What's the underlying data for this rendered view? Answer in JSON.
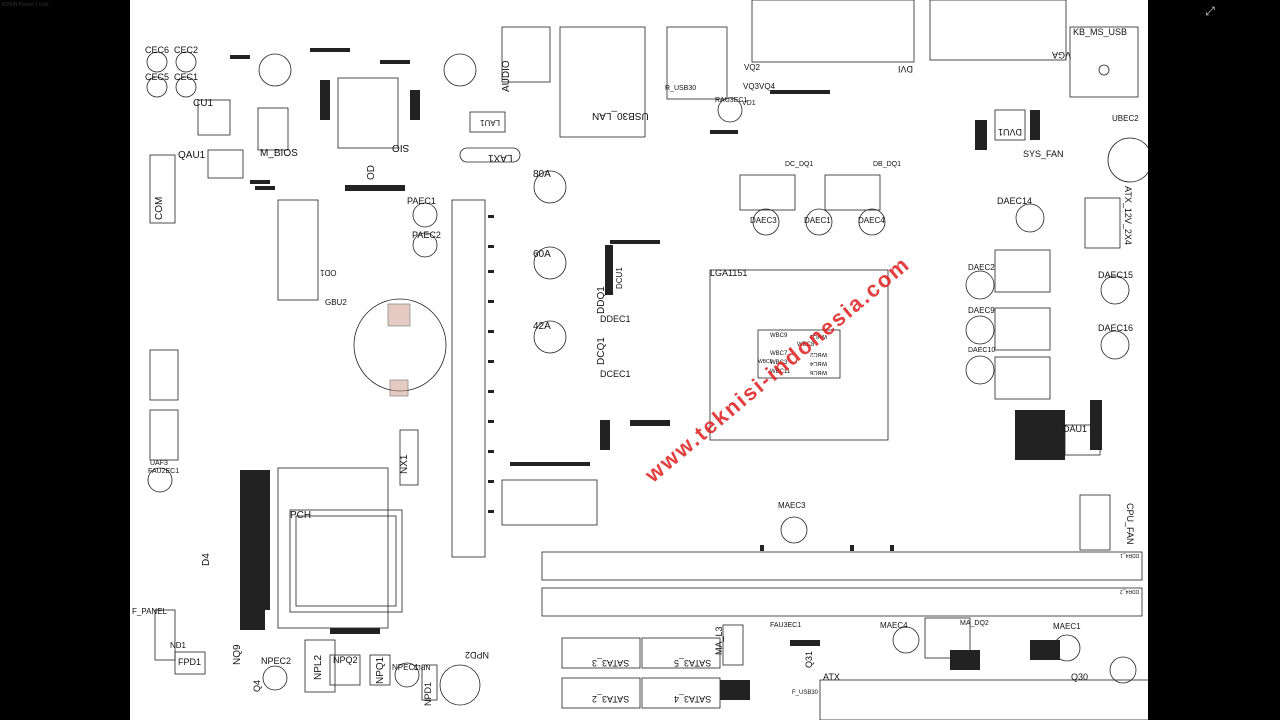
{
  "document": {
    "title": "B250H-Power-1.0.txt"
  },
  "viewer": {
    "expand_icon": "expand-icon",
    "expand_glyph": "⤢"
  },
  "watermark": {
    "text": "www.teknisi-indonesia.com",
    "color": "#e01e1e"
  },
  "labels": {
    "cec6": "CEC6",
    "cec2": "CEC2",
    "cec5": "CEC5",
    "cec1": "CEC1",
    "cu1": "CU1",
    "qau1": "QAU1",
    "m_bios": "M_BIOS",
    "com": "COM",
    "sio": "SIO",
    "od1": "OD1",
    "od": "OD",
    "gbu2": "GBU2",
    "paec1": "PAEC1",
    "paec2": "PAEC2",
    "audio": "AUDIO",
    "lau1": "LAU1",
    "lax1": "LAX1",
    "usb30_lan": "USB30_LAN",
    "a80": "80A",
    "a60": "60A",
    "a42": "42A",
    "r_usb30": "R_USB30",
    "vq2": "VQ2",
    "vq3vq4": "VQ3VQ4",
    "rau3ec1": "RAU3EC1",
    "vd1": "VD1",
    "dvi": "DVI",
    "kb_ms_usb": "KB_MS_USB",
    "vga": "VGA",
    "dvu1": "DVU1",
    "ubec2": "UBEC2",
    "sys_fan": "SYS_FAN",
    "daec14": "DAEC14",
    "atx_12v_2x4": "ATX_12V_2X4",
    "dc_dq1": "DC_DQ1",
    "db_dq1": "DB_DQ1",
    "daec3": "DAEC3",
    "daec1": "DAEC1",
    "daec4": "DAEC4",
    "lga1151": "LGA1151",
    "daec2": "DAEC2",
    "daec15": "DAEC15",
    "daec9": "DAEC9",
    "daec16": "DAEC16",
    "daec10": "DAEC10",
    "ddq1": "DDQ1",
    "ddec1": "DDEC1",
    "dcq1": "DCQ1",
    "dcec1": "DCEC1",
    "dcu1": "DCU1",
    "dau1": "DAU1",
    "cpu_fan": "CPU_FAN",
    "maec3": "MAEC3",
    "pch": "PCH",
    "nx1": "NX1",
    "uaf3": "UAF3",
    "fau2ec1": "FAU2EC1",
    "d4": "D4",
    "f_panel": "F_PANEL",
    "nd1": "ND1",
    "fpd1": "FPD1",
    "nq9": "NQ9",
    "npec2": "NPEC2",
    "q4": "Q4",
    "npl2": "NPL2",
    "npq2": "NPQ2",
    "npq1": "NPQ1",
    "npec1": "NPEC1",
    "npl1": "NPL1",
    "npd1": "NPD1",
    "npd2": "NPD2",
    "sata3_3": "SATA3_3",
    "sata3_5": "SATA3_5",
    "sata3_2": "SATA3_2",
    "sata3_4": "SATA3_4",
    "ma_l3": "MA_L3",
    "q31": "Q31",
    "fau3ec1": "FAU3EC1",
    "maec4": "MAEC4",
    "ma_dq2": "MA_DQ2",
    "maec1": "MAEC1",
    "atx": "ATX",
    "q30": "Q30",
    "ddr4_1": "DDR4_1",
    "ddr4_2": "DDR4_2",
    "f_usb30": "F_USB30",
    "wbc9": "WBC9",
    "wbc8": "WBC8",
    "wbc7": "WBC7",
    "wbc3": "WBC3",
    "wbc5": "WBC5",
    "wbc11": "WBC11",
    "wbc1": "WBC1",
    "wbc2": "WBC2",
    "wbc4": "WBC4",
    "wbc6": "WBC6"
  }
}
